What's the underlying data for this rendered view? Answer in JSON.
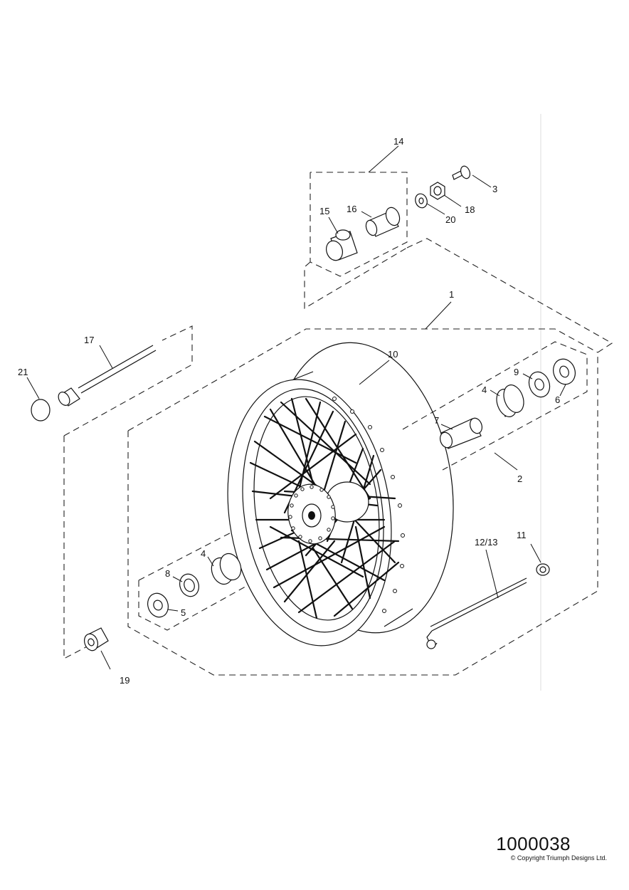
{
  "drawing_number": "1000038",
  "copyright": "© Copyright Triumph Designs Ltd.",
  "callouts": {
    "c1": "1",
    "c2": "2",
    "c3": "3",
    "c4a": "4",
    "c4b": "4",
    "c5": "5",
    "c6": "6",
    "c7": "7",
    "c8": "8",
    "c9": "9",
    "c10": "10",
    "c11": "11",
    "c12_13": "12/13",
    "c14": "14",
    "c15": "15",
    "c16": "16",
    "c17": "17",
    "c18": "18",
    "c19": "19",
    "c20": "20",
    "c21": "21"
  }
}
